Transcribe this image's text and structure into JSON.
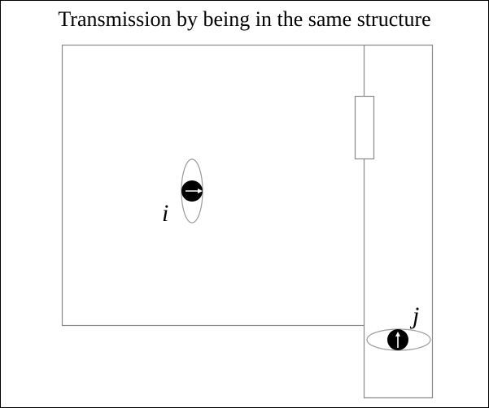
{
  "title": "Transmission by being in the same structure",
  "labels": {
    "node_i": "i",
    "node_j": "j"
  },
  "colors": {
    "line": "#8a8a8a",
    "node": "#000000",
    "arrow": "#ffffff",
    "ellipse": "#9a9a9a"
  }
}
